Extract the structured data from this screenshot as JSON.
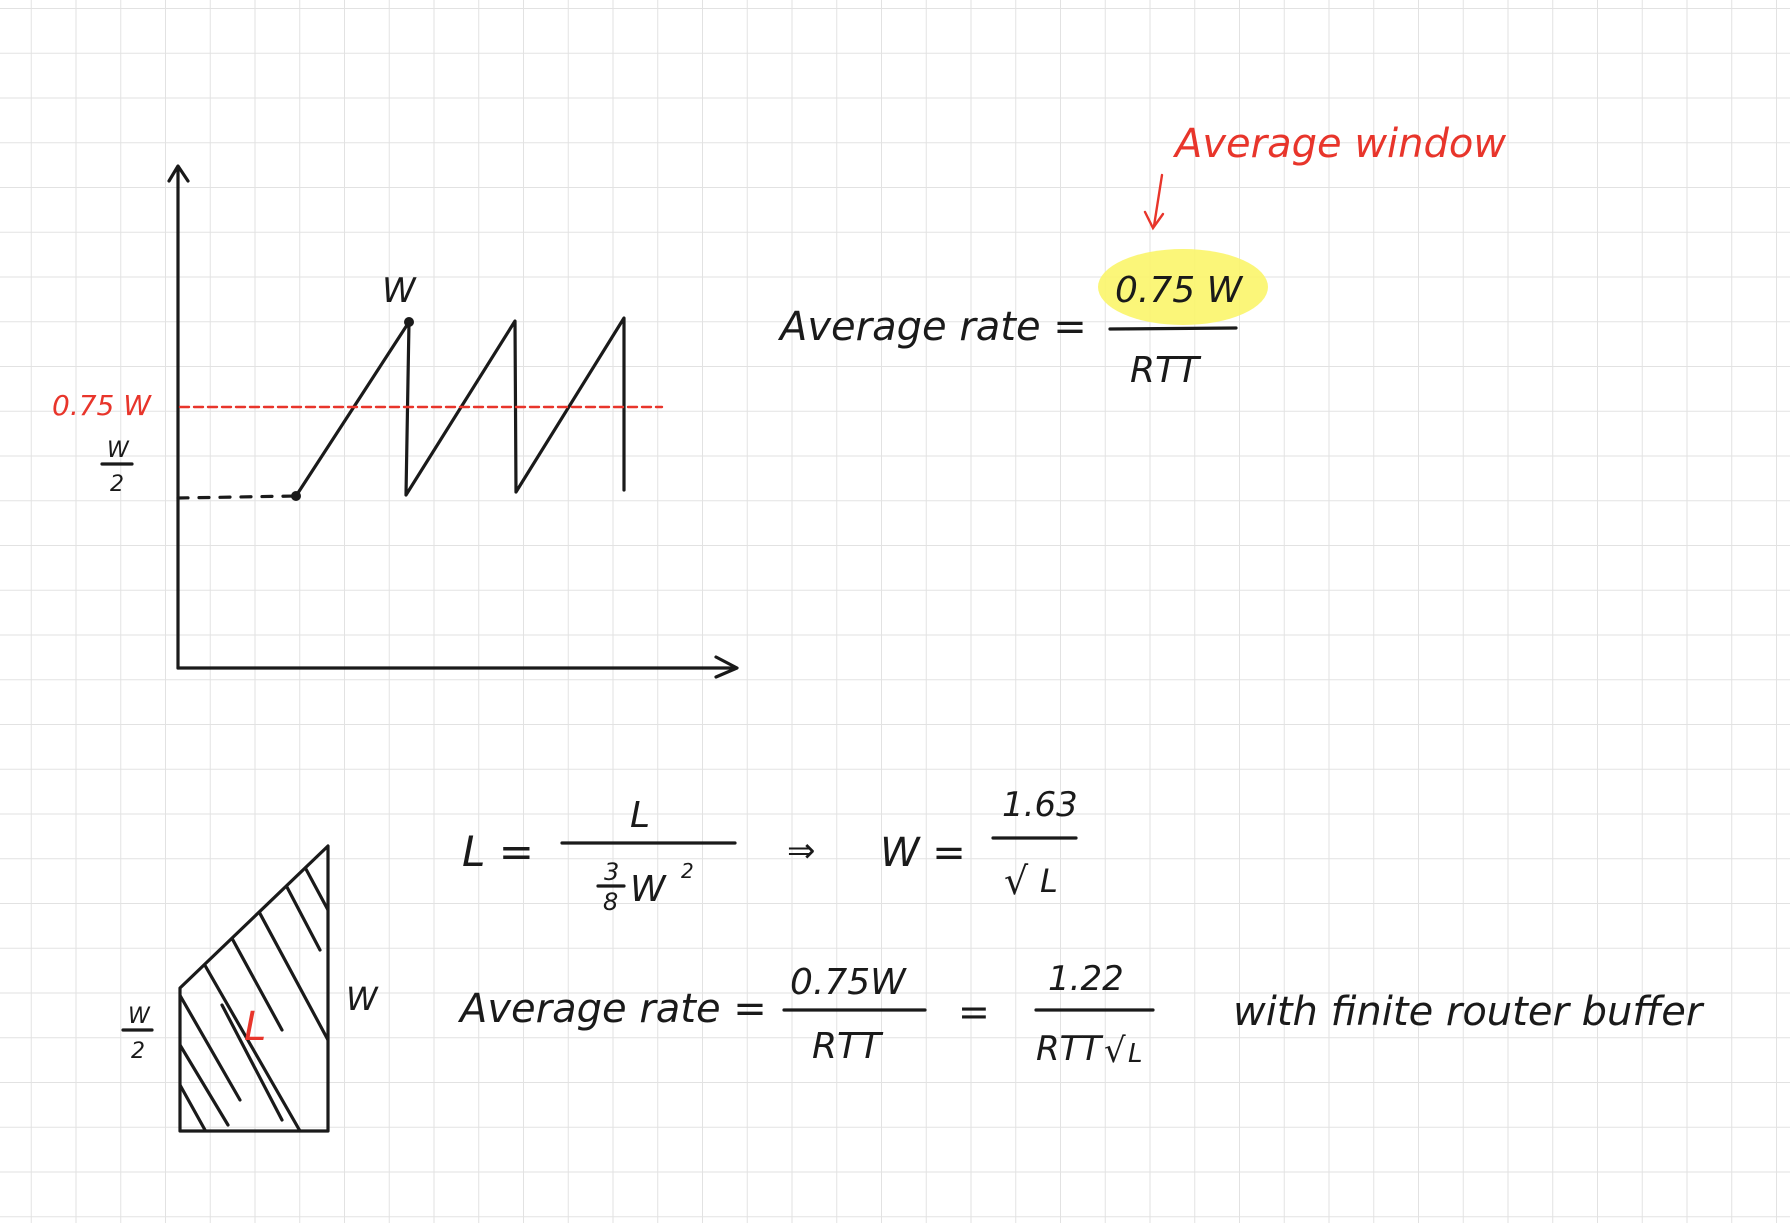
{
  "graph": {
    "peak_label": "W",
    "avg_label": "0.75 W",
    "half_label_num": "W",
    "half_label_den": "2"
  },
  "formula1": {
    "lhs": "Average rate =",
    "num": "0.75 W",
    "den": "RTT",
    "callout": "Average window"
  },
  "formula2": {
    "lhs": "L =",
    "num": "L",
    "den_frac_num": "3",
    "den_frac_den": "8",
    "den_var": "W",
    "den_exp": "2",
    "arrow": "⇒",
    "rhs_lhs": "W =",
    "rhs_num": "1.63",
    "rhs_den_sqrt": "√",
    "rhs_den_var": "L"
  },
  "formula3": {
    "lhs": "Average rate =",
    "num1": "0.75W",
    "den1": "RTT",
    "eq": "=",
    "num2": "1.22",
    "den2": "RTT",
    "den2_sqrt": "√",
    "den2_var": "L",
    "note": "with finite router buffer"
  },
  "trapezoid": {
    "area_label": "L",
    "right_label": "W",
    "left_label_num": "W",
    "left_label_den": "2"
  },
  "colors": {
    "ink": "#1a1a1a",
    "red": "#e8352b",
    "highlight": "#fbf56a"
  }
}
